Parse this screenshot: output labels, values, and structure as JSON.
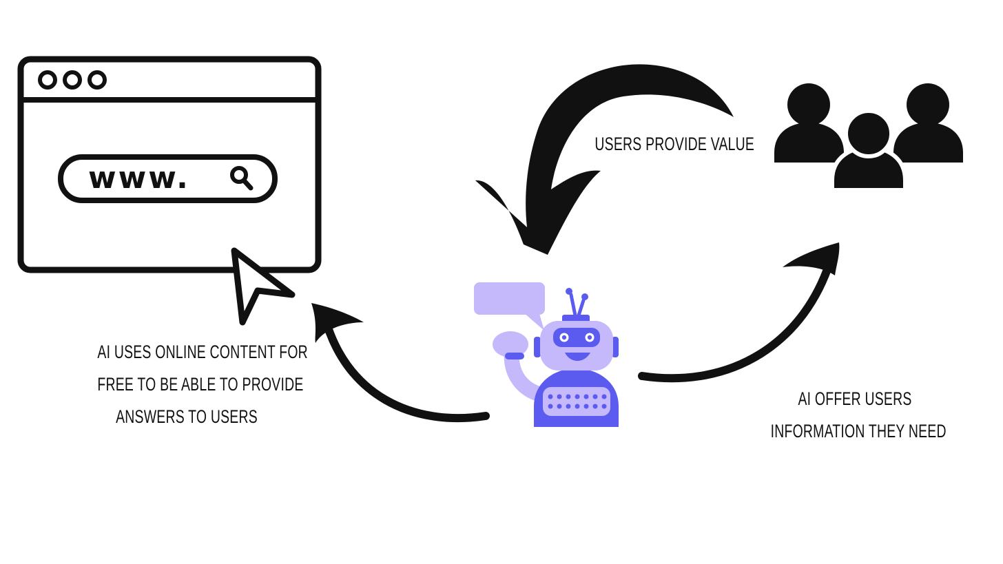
{
  "diagram": {
    "browser": {
      "url_text": "www.",
      "window_dots": 3
    },
    "labels": {
      "users_provide": [
        "USERS PROVIDE VALUE"
      ],
      "ai_uses": [
        "AI USES ONLINE CONTENT FOR",
        "FREE TO BE ABLE TO PROVIDE",
        "ANSWERS TO USERS"
      ],
      "ai_offer": [
        "AI OFFER USERS",
        "INFORMATION THEY NEED"
      ]
    },
    "colors": {
      "ink": "#111111",
      "robot_primary": "#5b5bf0",
      "robot_light": "#c5b8fb",
      "background": "#ffffff"
    },
    "icons": {
      "browser": "browser-window-icon",
      "search": "search-icon",
      "cursor": "cursor-arrow-icon",
      "users": "user-group-icon",
      "robot": "chatbot-robot-icon"
    }
  }
}
